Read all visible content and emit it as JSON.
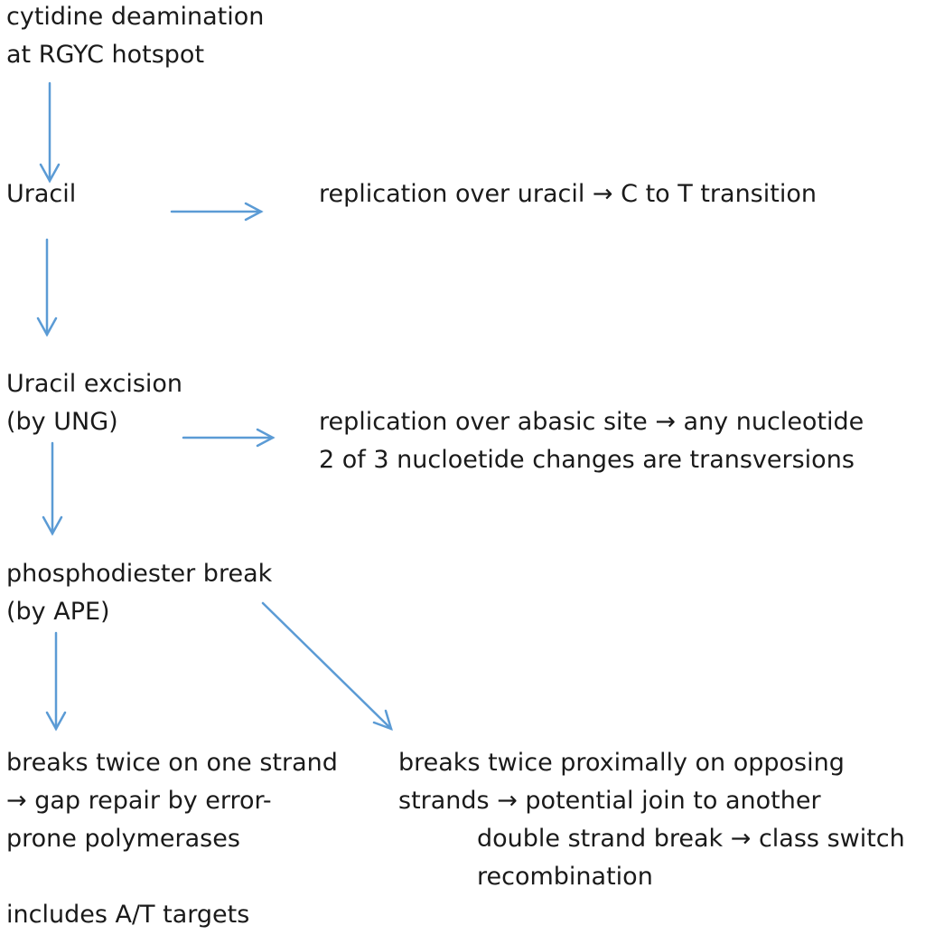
{
  "diagram": {
    "nodes": {
      "deamination": {
        "line1": "cytidine deamination",
        "line2": "at RGYC hotspot"
      },
      "uracil": {
        "line1": "Uracil"
      },
      "replication_uracil": {
        "line1": "replication over uracil → C to T transition"
      },
      "excision": {
        "line1": "Uracil excision",
        "line2": "(by UNG)"
      },
      "replication_abasic": {
        "line1": "replication over abasic site → any nucleotide",
        "line2": "2 of 3 nucloetide changes are transversions"
      },
      "break": {
        "line1": "phosphodiester break",
        "line2": "(by APE)"
      },
      "one_strand": {
        "line1": "breaks twice on one strand",
        "line2": "→ gap repair by error-",
        "line3": "prone polymerases",
        "line4": "includes A/T targets"
      },
      "opposing": {
        "line1": "breaks twice proximally on opposing",
        "line2": "strands → potential join to another",
        "line3": "double strand break → class switch",
        "line4": "recombination"
      }
    },
    "arrow_color": "#5b9bd5"
  }
}
